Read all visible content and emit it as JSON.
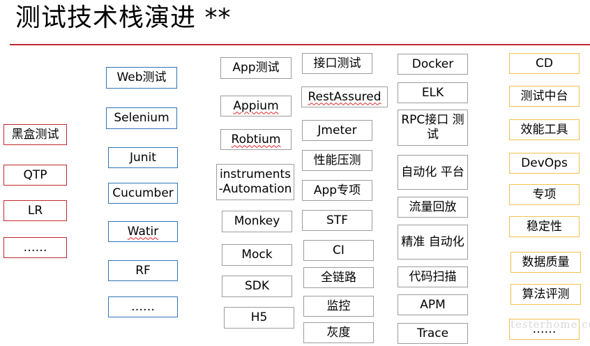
{
  "title": "测试技术栈演进 **",
  "columns": [
    [
      "黑盒测试",
      "QTP",
      "LR",
      "……"
    ],
    [
      "Web测试",
      "Selenium",
      "Junit",
      "Cucumber",
      "Watir",
      "RF",
      "……"
    ],
    [
      "App测试",
      "Appium",
      "Robtium",
      "instruments -Automation",
      "Monkey",
      "Mock",
      "SDK",
      "H5"
    ],
    [
      "接口测试",
      "RestAssured",
      "Jmeter",
      "性能压测",
      "App专项",
      "STF",
      "CI",
      "全链路",
      "监控",
      "灰度"
    ],
    [
      "Docker",
      "ELK",
      "RPC接口 测试",
      "自动化 平台",
      "流量回放",
      "精准 自动化",
      "代码扫描",
      "APM",
      "Trace"
    ],
    [
      "CD",
      "测试中台",
      "效能工具",
      "DevOps",
      "专项",
      "稳定性",
      "数据质量",
      "算法评测",
      "……"
    ]
  ],
  "watermark": "testerhome.com",
  "colors": {
    "red": "#c0282d",
    "blue": "#2e75b6",
    "gray": "#9c9c9c",
    "gold": "#f2c14e"
  }
}
